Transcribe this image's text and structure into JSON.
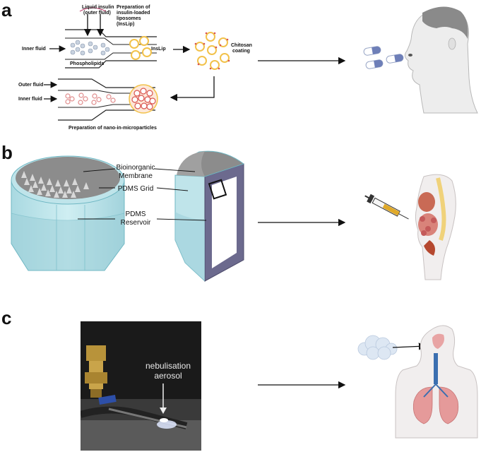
{
  "panels": {
    "a": {
      "label": "a",
      "liquid_insulin": "Liquid insulin",
      "outer_fluid_paren": "(outer fluid)",
      "prep_liposomes_1": "Preparation of",
      "prep_liposomes_2": "insulin-loaded",
      "prep_liposomes_3": "liposomes",
      "prep_liposomes_4": "(InsLip)",
      "inner_fluid_top": "Inner fluid",
      "phospholipids": "Phospholipids",
      "inslip": "InsLip",
      "chitosan_1": "Chitosan",
      "chitosan_2": "coating",
      "outer_fluid": "Outer fluid",
      "inner_fluid_bottom": "Inner fluid",
      "prep_nano": "Preparation of nano-in-microparticles"
    },
    "b": {
      "label": "b",
      "bioinorganic_1": "Bioinorganic",
      "bioinorganic_2": "Membrane",
      "pdms_grid": "PDMS Grid",
      "pdms_reservoir_1": "PDMS",
      "pdms_reservoir_2": "Reservoir"
    },
    "c": {
      "label": "c",
      "nebulisation_1": "nebulisation",
      "nebulisation_2": "aerosol"
    }
  },
  "colors": {
    "cylinder_fill": "#bfe4ea",
    "cylinder_stroke": "#6fb7c3",
    "membrane": "#8c8c8c",
    "reservoir_side": "#6c6a8e",
    "liposome_yellow": "#f2c24b",
    "liposome_red": "#d9534f",
    "skin": "#f1eeee",
    "lung": "#e59a9a",
    "airway": "#3b6fb0"
  }
}
